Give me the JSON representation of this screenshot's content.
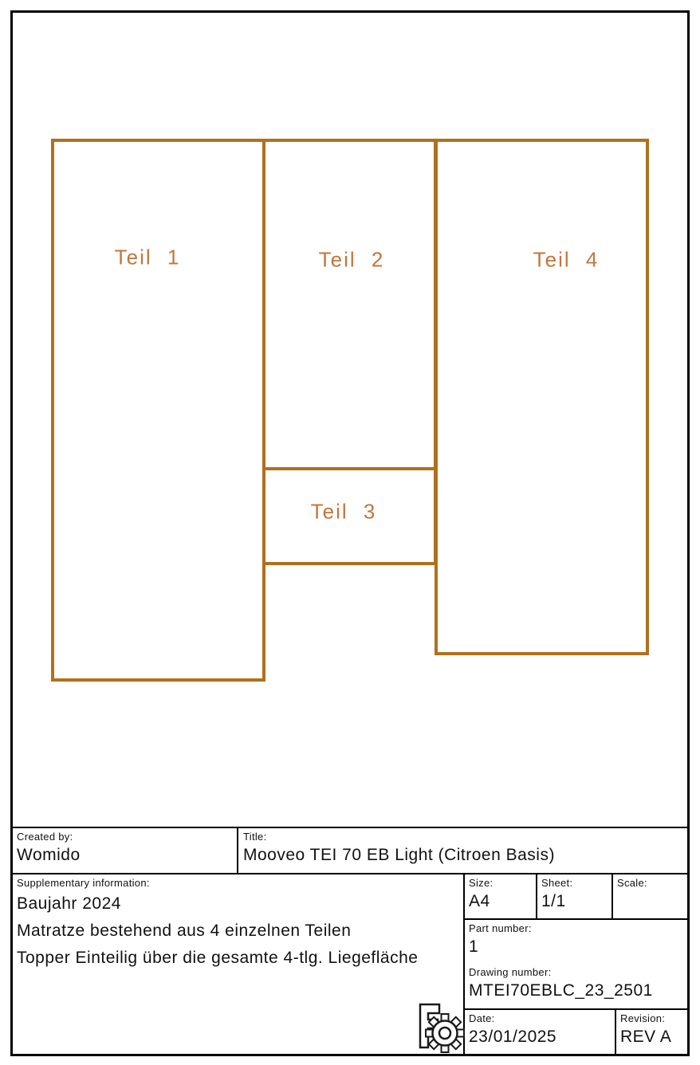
{
  "drawing": {
    "line_color": "#b26f1d",
    "label_color": "#c4753a",
    "parts": [
      {
        "label": "Teil 1"
      },
      {
        "label": "Teil 2"
      },
      {
        "label": "Teil 3"
      },
      {
        "label": "Teil 4"
      }
    ]
  },
  "title_block": {
    "created_by": {
      "label": "Created by:",
      "value": "Womido"
    },
    "title": {
      "label": "Title:",
      "value": "Mooveo TEI 70 EB Light (Citroen Basis)"
    },
    "supplementary": {
      "label": "Supplementary information:",
      "lines": [
        "Baujahr 2024",
        "Matratze bestehend aus 4 einzelnen Teilen",
        "Topper Einteilig über die gesamte 4-tlg. Liegefläche"
      ]
    },
    "size": {
      "label": "Size:",
      "value": "A4"
    },
    "sheet": {
      "label": "Sheet:",
      "value": "1/1"
    },
    "scale": {
      "label": "Scale:",
      "value": ""
    },
    "part_number": {
      "label": "Part number:",
      "value": "1"
    },
    "drawing_number": {
      "label": "Drawing number:",
      "value": "MTEI70EBLC_23_2501"
    },
    "date": {
      "label": "Date:",
      "value": "23/01/2025"
    },
    "revision": {
      "label": "Revision:",
      "value": "REV A"
    },
    "logo": "freecad-gear-logo"
  }
}
